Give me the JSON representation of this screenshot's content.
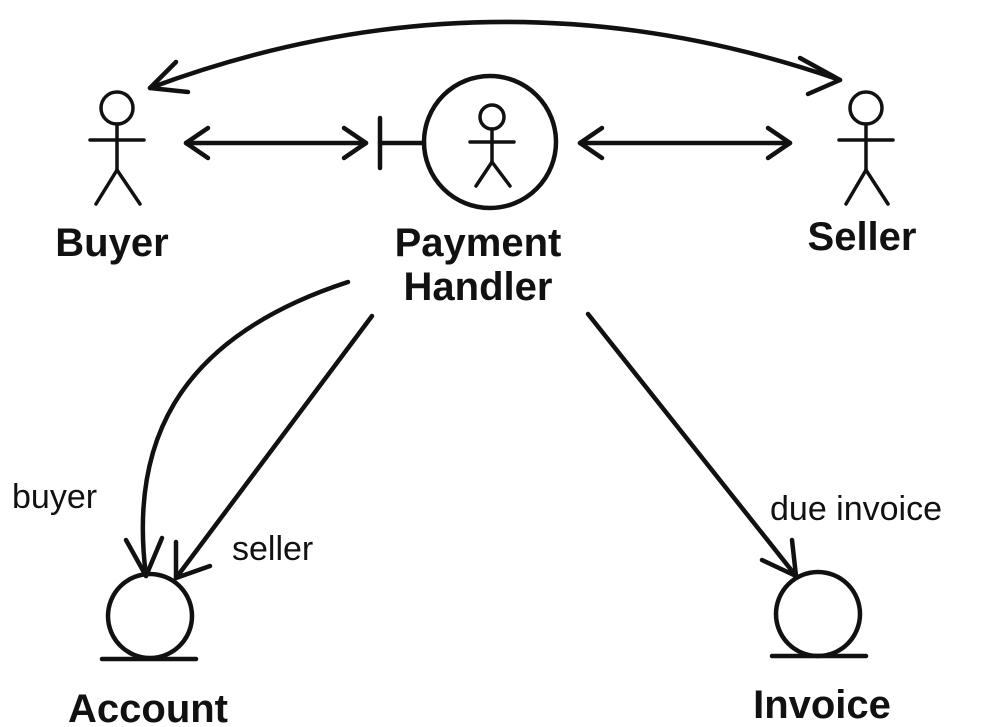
{
  "diagram": {
    "nodes": {
      "buyer": {
        "label": "Buyer",
        "kind": "actor"
      },
      "payment": {
        "label_line1": "Payment",
        "label_line2": "Handler",
        "kind": "boundary-control-actor"
      },
      "seller": {
        "label": "Seller",
        "kind": "actor"
      },
      "account": {
        "label": "Account",
        "kind": "entity"
      },
      "invoice": {
        "label": "Invoice",
        "kind": "entity"
      }
    },
    "roles": {
      "buyer": "buyer",
      "seller": "seller",
      "due_invoice": "due invoice"
    }
  }
}
